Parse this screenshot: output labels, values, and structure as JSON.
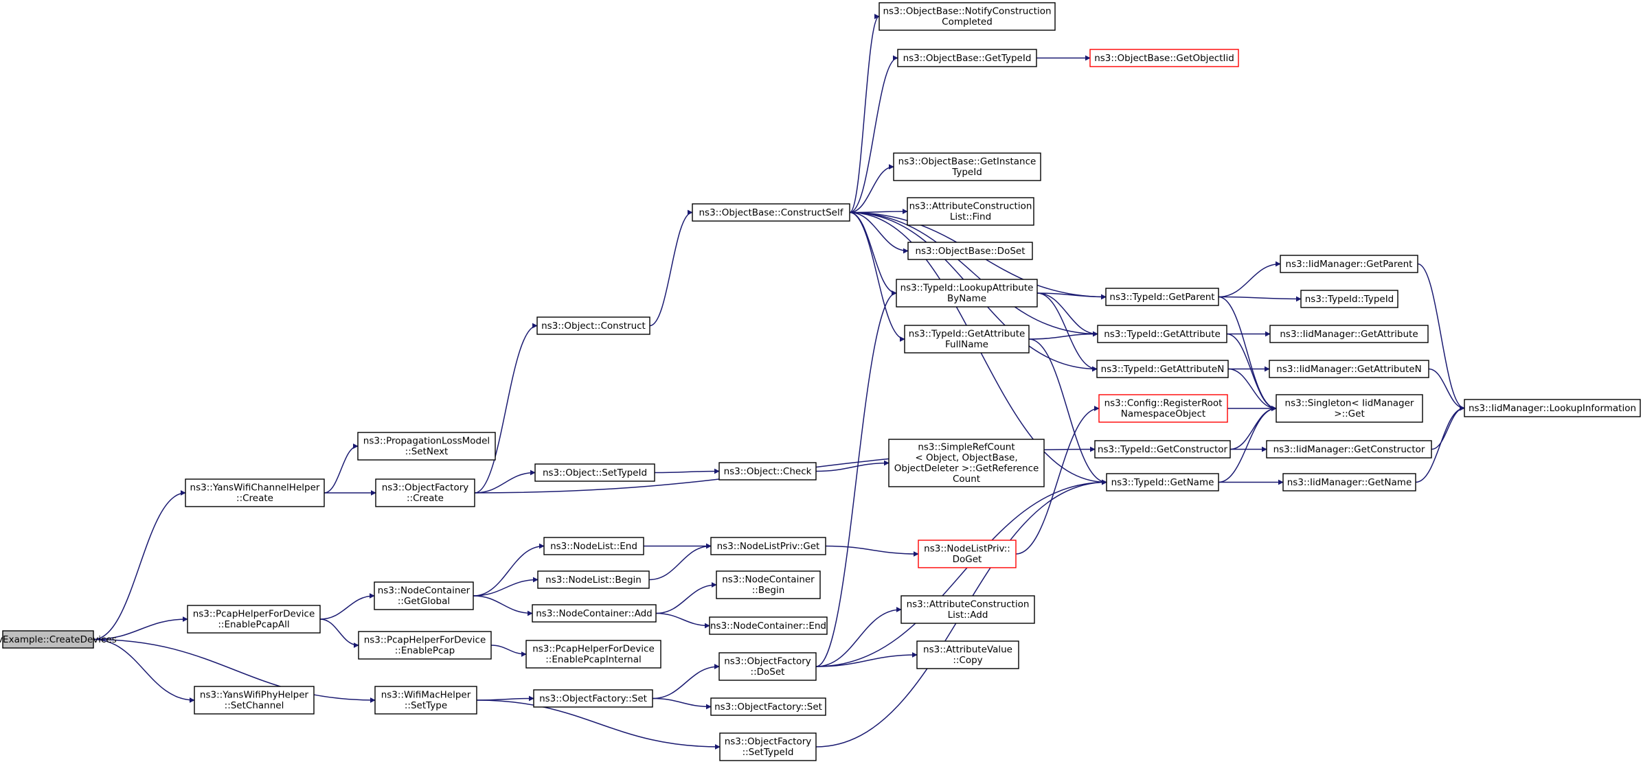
{
  "graph": {
    "colors": {
      "edge": "#191970",
      "root_fill": "#bfbfbf",
      "node_border": "#000000",
      "truncated_border": "#ff0000"
    },
    "nodes": [
      {
        "id": "n0",
        "lines": [
          "AodvExample::CreateDevices"
        ],
        "style": "root"
      },
      {
        "id": "n1",
        "lines": [
          "ns3::YansWifiChannelHelper",
          "::Create"
        ]
      },
      {
        "id": "n2",
        "lines": [
          "ns3::PcapHelperForDevice",
          "::EnablePcapAll"
        ]
      },
      {
        "id": "n3",
        "lines": [
          "ns3::YansWifiPhyHelper",
          "::SetChannel"
        ]
      },
      {
        "id": "n4",
        "lines": [
          "ns3::WifiMacHelper",
          "::SetType"
        ]
      },
      {
        "id": "n5",
        "lines": [
          "ns3::PropagationLossModel",
          "::SetNext"
        ]
      },
      {
        "id": "n6",
        "lines": [
          "ns3::ObjectFactory",
          "::Create"
        ]
      },
      {
        "id": "n7",
        "lines": [
          "ns3::NodeContainer",
          "::GetGlobal"
        ]
      },
      {
        "id": "n8",
        "lines": [
          "ns3::PcapHelperForDevice",
          "::EnablePcap"
        ]
      },
      {
        "id": "n9",
        "lines": [
          "ns3::Object::Construct"
        ]
      },
      {
        "id": "n10",
        "lines": [
          "ns3::Object::SetTypeId"
        ]
      },
      {
        "id": "n11",
        "lines": [
          "ns3::NodeList::End"
        ]
      },
      {
        "id": "n12",
        "lines": [
          "ns3::NodeList::Begin"
        ]
      },
      {
        "id": "n13",
        "lines": [
          "ns3::NodeContainer::Add"
        ]
      },
      {
        "id": "n14",
        "lines": [
          "ns3::PcapHelperForDevice",
          "::EnablePcapInternal"
        ]
      },
      {
        "id": "n15",
        "lines": [
          "ns3::ObjectFactory::Set"
        ]
      },
      {
        "id": "n16",
        "lines": [
          "ns3::ObjectFactory",
          "::SetTypeId"
        ]
      },
      {
        "id": "n17",
        "lines": [
          "ns3::ObjectBase::ConstructSelf"
        ]
      },
      {
        "id": "n18",
        "lines": [
          "ns3::Object::Check"
        ]
      },
      {
        "id": "n19",
        "lines": [
          "ns3::NodeListPriv::Get"
        ]
      },
      {
        "id": "n20",
        "lines": [
          "ns3::NodeContainer",
          "::Begin"
        ]
      },
      {
        "id": "n21",
        "lines": [
          "ns3::NodeContainer::End"
        ]
      },
      {
        "id": "n22",
        "lines": [
          "ns3::ObjectFactory",
          "::DoSet"
        ]
      },
      {
        "id": "n23",
        "lines": [
          "ns3::ObjectFactory::Set"
        ]
      },
      {
        "id": "n24",
        "lines": [
          "ns3::ObjectBase::NotifyConstruction",
          "Completed"
        ]
      },
      {
        "id": "n25",
        "lines": [
          "ns3::ObjectBase::GetTypeId"
        ]
      },
      {
        "id": "n26",
        "lines": [
          "ns3::ObjectBase::GetInstance",
          "TypeId"
        ]
      },
      {
        "id": "n27",
        "lines": [
          "ns3::AttributeConstruction",
          "List::Find"
        ]
      },
      {
        "id": "n28",
        "lines": [
          "ns3::ObjectBase::DoSet"
        ]
      },
      {
        "id": "n29",
        "lines": [
          "ns3::TypeId::LookupAttribute",
          "ByName"
        ]
      },
      {
        "id": "n30",
        "lines": [
          "ns3::TypeId::GetAttribute",
          "FullName"
        ]
      },
      {
        "id": "n31",
        "lines": [
          "ns3::SimpleRefCount",
          "< Object, ObjectBase,",
          "ObjectDeleter >::GetReference",
          "Count"
        ]
      },
      {
        "id": "n32",
        "lines": [
          "ns3::NodeListPriv::",
          "DoGet"
        ],
        "style": "red"
      },
      {
        "id": "n33",
        "lines": [
          "ns3::AttributeConstruction",
          "List::Add"
        ]
      },
      {
        "id": "n34",
        "lines": [
          "ns3::AttributeValue",
          "::Copy"
        ]
      },
      {
        "id": "n35",
        "lines": [
          "ns3::ObjectBase::GetObjectIid"
        ],
        "style": "red"
      },
      {
        "id": "n36",
        "lines": [
          "ns3::TypeId::GetParent"
        ]
      },
      {
        "id": "n37",
        "lines": [
          "ns3::TypeId::GetAttribute"
        ]
      },
      {
        "id": "n38",
        "lines": [
          "ns3::TypeId::GetAttributeN"
        ]
      },
      {
        "id": "n39",
        "lines": [
          "ns3::Config::RegisterRoot",
          "NamespaceObject"
        ],
        "style": "red"
      },
      {
        "id": "n40",
        "lines": [
          "ns3::TypeId::GetConstructor"
        ]
      },
      {
        "id": "n41",
        "lines": [
          "ns3::TypeId::GetName"
        ]
      },
      {
        "id": "n42",
        "lines": [
          "ns3::IidManager::GetParent"
        ]
      },
      {
        "id": "n43",
        "lines": [
          "ns3::TypeId::TypeId"
        ]
      },
      {
        "id": "n44",
        "lines": [
          "ns3::IidManager::GetAttribute"
        ]
      },
      {
        "id": "n45",
        "lines": [
          "ns3::IidManager::GetAttributeN"
        ]
      },
      {
        "id": "n46",
        "lines": [
          "ns3::Singleton< IidManager",
          ">::Get"
        ]
      },
      {
        "id": "n47",
        "lines": [
          "ns3::IidManager::GetConstructor"
        ]
      },
      {
        "id": "n48",
        "lines": [
          "ns3::IidManager::GetName"
        ]
      },
      {
        "id": "n49",
        "lines": [
          "ns3::IidManager::LookupInformation"
        ]
      }
    ],
    "edges": [
      {
        "from": "n0",
        "to": "n1"
      },
      {
        "from": "n0",
        "to": "n2"
      },
      {
        "from": "n0",
        "to": "n3"
      },
      {
        "from": "n0",
        "to": "n4"
      },
      {
        "from": "n1",
        "to": "n5"
      },
      {
        "from": "n1",
        "to": "n6"
      },
      {
        "from": "n6",
        "to": "n9"
      },
      {
        "from": "n6",
        "to": "n10"
      },
      {
        "from": "n6",
        "to": "n40"
      },
      {
        "from": "n9",
        "to": "n17"
      },
      {
        "from": "n17",
        "to": "n24"
      },
      {
        "from": "n17",
        "to": "n25"
      },
      {
        "from": "n17",
        "to": "n36"
      },
      {
        "from": "n17",
        "to": "n37"
      },
      {
        "from": "n17",
        "to": "n26"
      },
      {
        "from": "n17",
        "to": "n27"
      },
      {
        "from": "n17",
        "to": "n28"
      },
      {
        "from": "n17",
        "to": "n29"
      },
      {
        "from": "n17",
        "to": "n30"
      },
      {
        "from": "n17",
        "to": "n38"
      },
      {
        "from": "n17",
        "to": "n41"
      },
      {
        "from": "n25",
        "to": "n35"
      },
      {
        "from": "n29",
        "to": "n36"
      },
      {
        "from": "n29",
        "to": "n37"
      },
      {
        "from": "n29",
        "to": "n38"
      },
      {
        "from": "n30",
        "to": "n37"
      },
      {
        "from": "n30",
        "to": "n41"
      },
      {
        "from": "n36",
        "to": "n42"
      },
      {
        "from": "n36",
        "to": "n43"
      },
      {
        "from": "n36",
        "to": "n46"
      },
      {
        "from": "n37",
        "to": "n44"
      },
      {
        "from": "n37",
        "to": "n46"
      },
      {
        "from": "n38",
        "to": "n45"
      },
      {
        "from": "n38",
        "to": "n46"
      },
      {
        "from": "n39",
        "to": "n46"
      },
      {
        "from": "n40",
        "to": "n46"
      },
      {
        "from": "n40",
        "to": "n47"
      },
      {
        "from": "n41",
        "to": "n46"
      },
      {
        "from": "n41",
        "to": "n48"
      },
      {
        "from": "n42",
        "to": "n49"
      },
      {
        "from": "n45",
        "to": "n49"
      },
      {
        "from": "n47",
        "to": "n49"
      },
      {
        "from": "n48",
        "to": "n49"
      },
      {
        "from": "n10",
        "to": "n18"
      },
      {
        "from": "n18",
        "to": "n31"
      },
      {
        "from": "n2",
        "to": "n7"
      },
      {
        "from": "n2",
        "to": "n8"
      },
      {
        "from": "n7",
        "to": "n11"
      },
      {
        "from": "n7",
        "to": "n12"
      },
      {
        "from": "n7",
        "to": "n13"
      },
      {
        "from": "n11",
        "to": "n19"
      },
      {
        "from": "n12",
        "to": "n19"
      },
      {
        "from": "n19",
        "to": "n32"
      },
      {
        "from": "n32",
        "to": "n39"
      },
      {
        "from": "n13",
        "to": "n20"
      },
      {
        "from": "n13",
        "to": "n21"
      },
      {
        "from": "n8",
        "to": "n14"
      },
      {
        "from": "n4",
        "to": "n15"
      },
      {
        "from": "n4",
        "to": "n16"
      },
      {
        "from": "n15",
        "to": "n22"
      },
      {
        "from": "n15",
        "to": "n23"
      },
      {
        "from": "n22",
        "to": "n29"
      },
      {
        "from": "n22",
        "to": "n33"
      },
      {
        "from": "n22",
        "to": "n34"
      },
      {
        "from": "n22",
        "to": "n41"
      },
      {
        "from": "n16",
        "to": "n41"
      }
    ]
  }
}
